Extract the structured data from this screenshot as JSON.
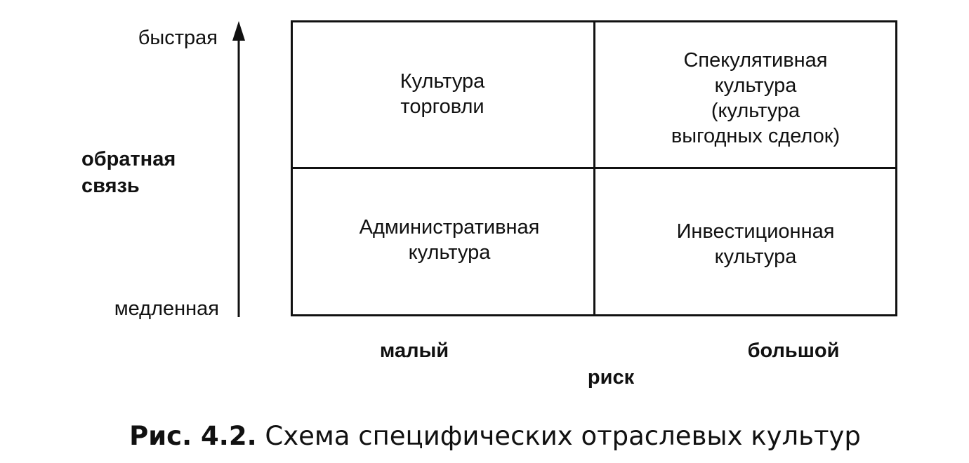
{
  "y_axis": {
    "title_line1": "обратная",
    "title_line2": "связь",
    "top_label": "быстрая",
    "bottom_label": "медленная"
  },
  "x_axis": {
    "title": "риск",
    "left_label": "малый",
    "right_label": "большой"
  },
  "cells": {
    "top_left": [
      "Культура",
      "торговли"
    ],
    "top_right": [
      "Спекулятивная",
      "культура",
      "(культура",
      "выгодных сделок)"
    ],
    "bottom_left": [
      "Административная",
      "культура"
    ],
    "bottom_right": [
      "Инвестиционная",
      "культура"
    ]
  },
  "caption": {
    "number": "Рис. 4.2.",
    "text": "Схема специфических отраслевых культур"
  }
}
